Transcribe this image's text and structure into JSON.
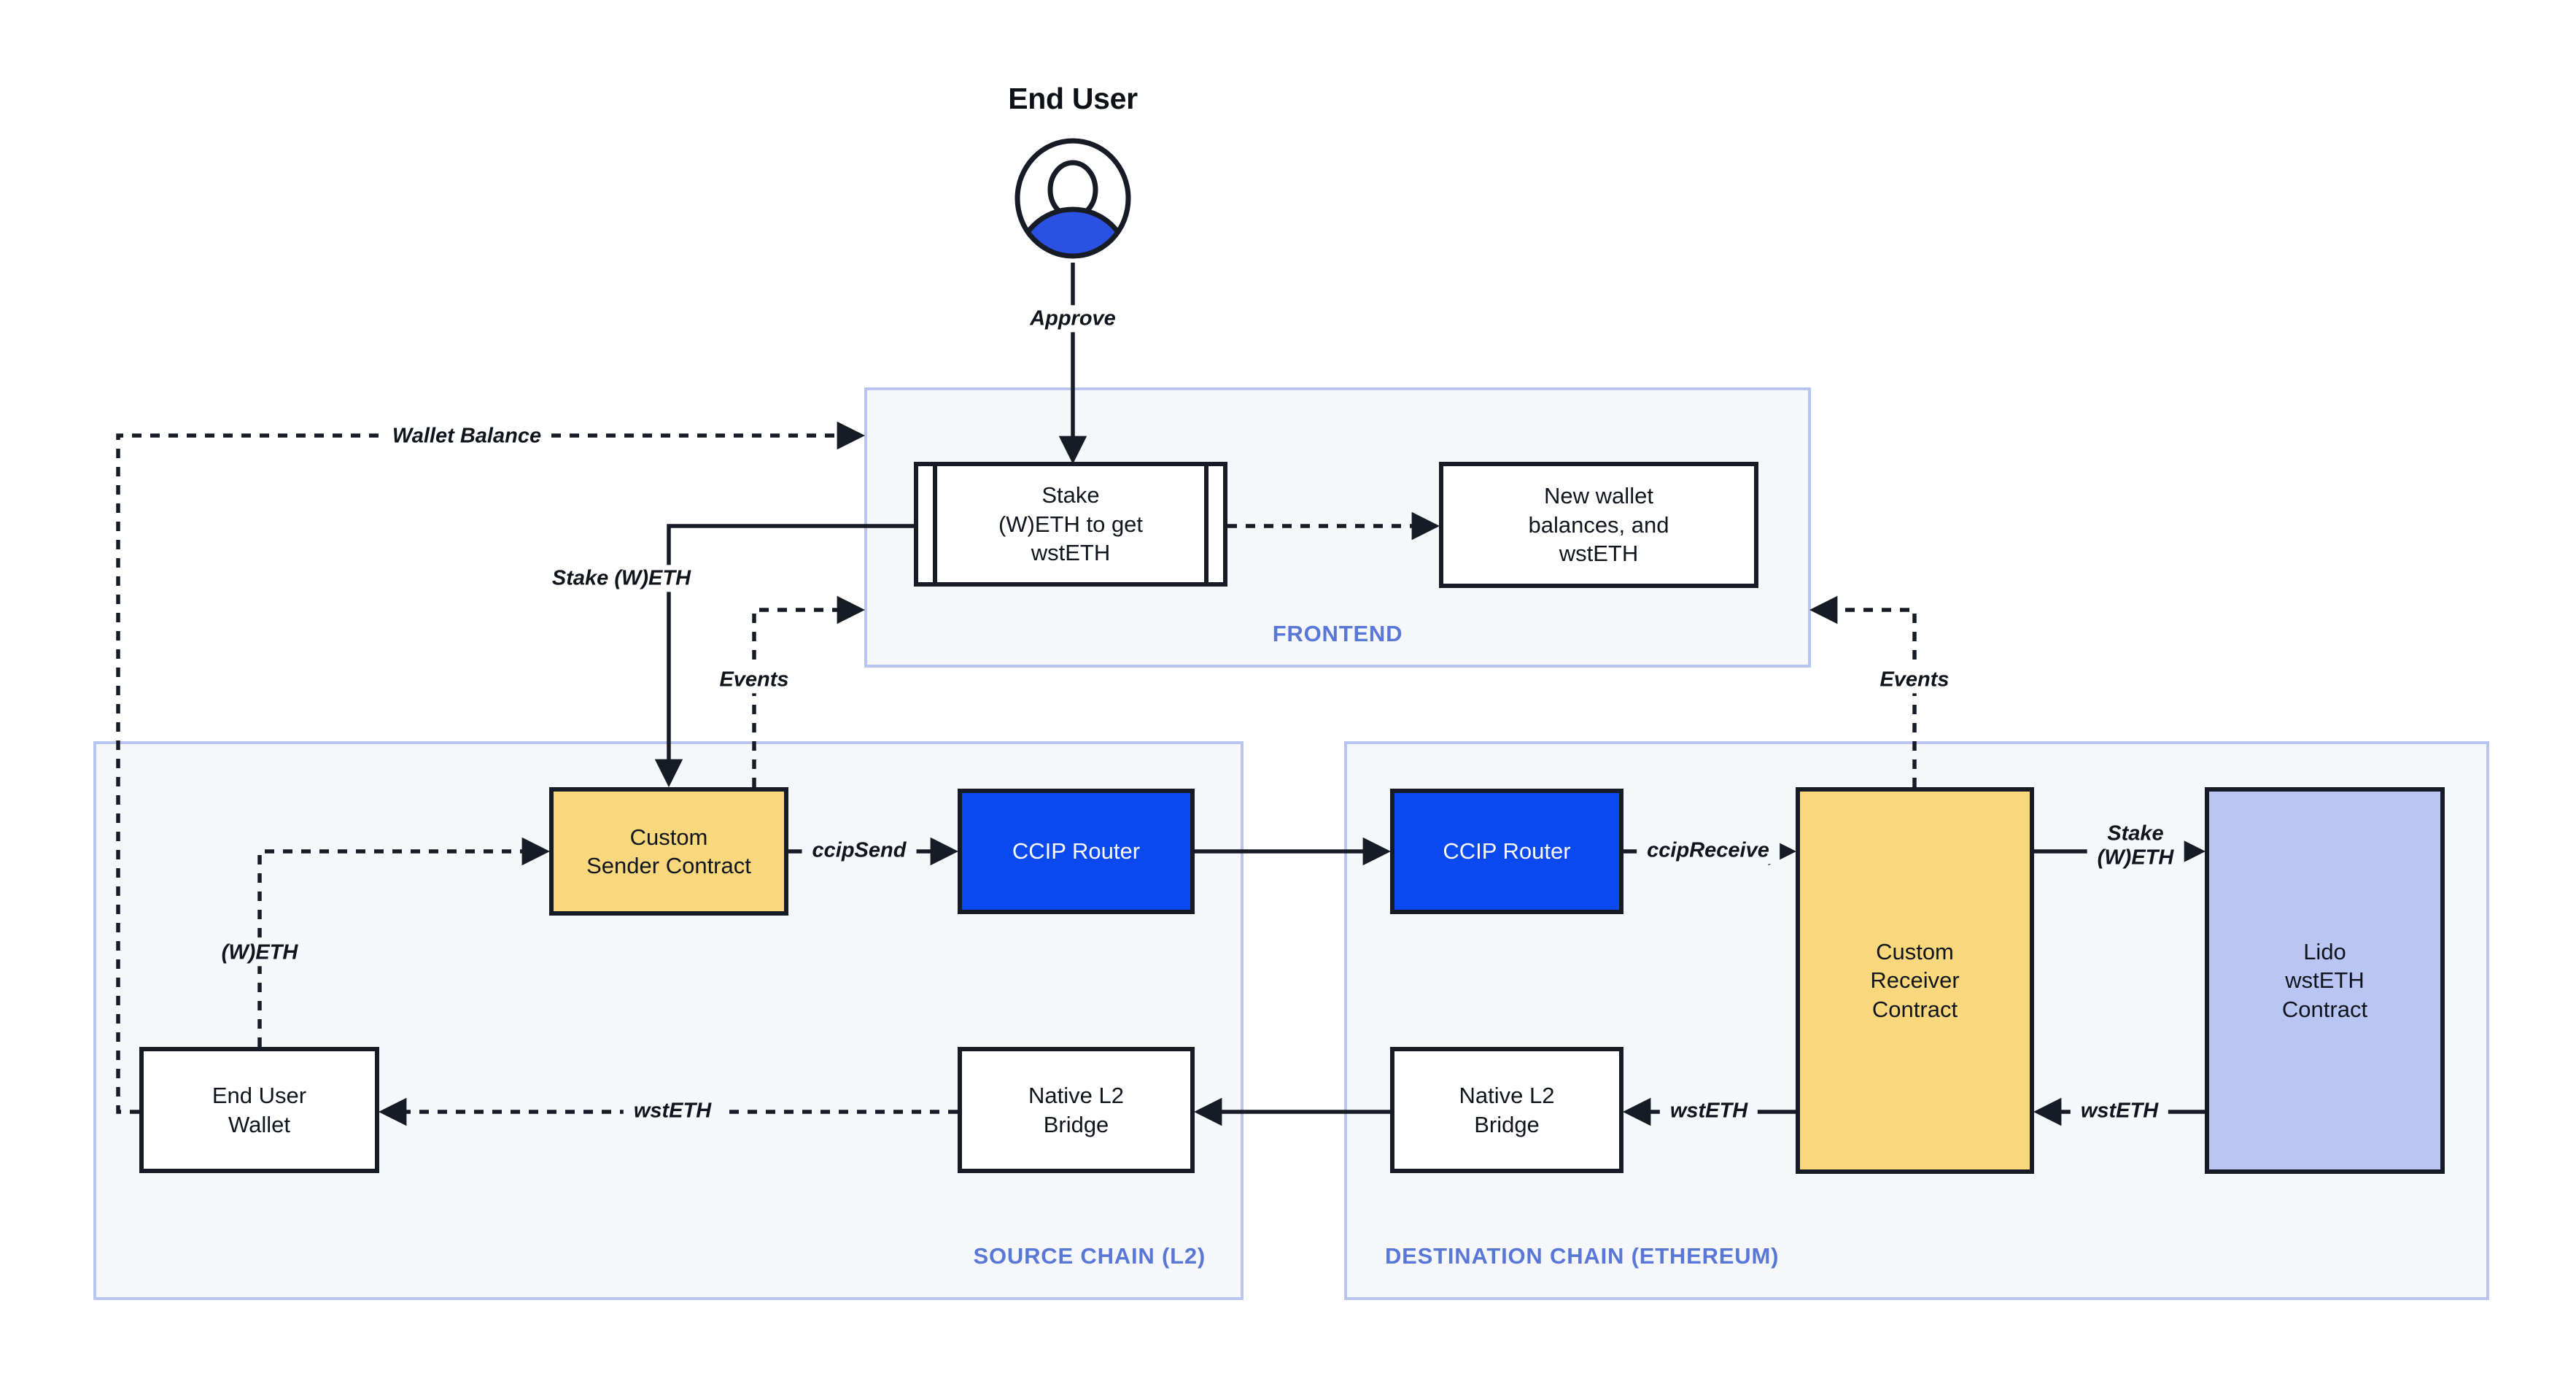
{
  "end_user": {
    "title": "End User",
    "action_label": "Approve"
  },
  "frontend": {
    "label": "FRONTEND",
    "stake_box": "Stake\n(W)ETH to get\nwstETH",
    "new_wallet_box": "New wallet\nbalances, and\nwstETH"
  },
  "source_chain": {
    "label": "SOURCE CHAIN (L2)",
    "sender_contract": "Custom\nSender Contract",
    "ccip_router": "CCIP Router",
    "end_user_wallet": "End User\nWallet",
    "native_bridge": "Native L2\nBridge"
  },
  "destination_chain": {
    "label": "DESTINATION CHAIN (ETHEREUM)",
    "ccip_router": "CCIP Router",
    "receiver_contract": "Custom\nReceiver\nContract",
    "lido_contract": "Lido\nwstETH\nContract",
    "native_bridge": "Native L2\nBridge"
  },
  "edge_labels": {
    "wallet_balance": "Wallet Balance",
    "stake_weth": "Stake (W)ETH",
    "events_left": "Events",
    "events_right": "Events",
    "weth": "(W)ETH",
    "ccip_send": "ccipSend",
    "ccip_receive": "ccipReceive",
    "stake_weth_dest": "Stake\n(W)ETH",
    "wsteth_to_wallet": "wstETH",
    "wsteth_from_lido": "wstETH",
    "wsteth_to_bridge": "wstETH"
  },
  "colors": {
    "accent_blue": "#0B49F0",
    "avatar_blue": "#2B51E2",
    "box_yellow": "#F9D87D",
    "box_lavender": "#B9C6F3",
    "panel_fill": "#F6F7FB",
    "panel_border": "#B9C5EE",
    "panel_label_text": "#5877D6",
    "line_dark": "#161B26"
  }
}
